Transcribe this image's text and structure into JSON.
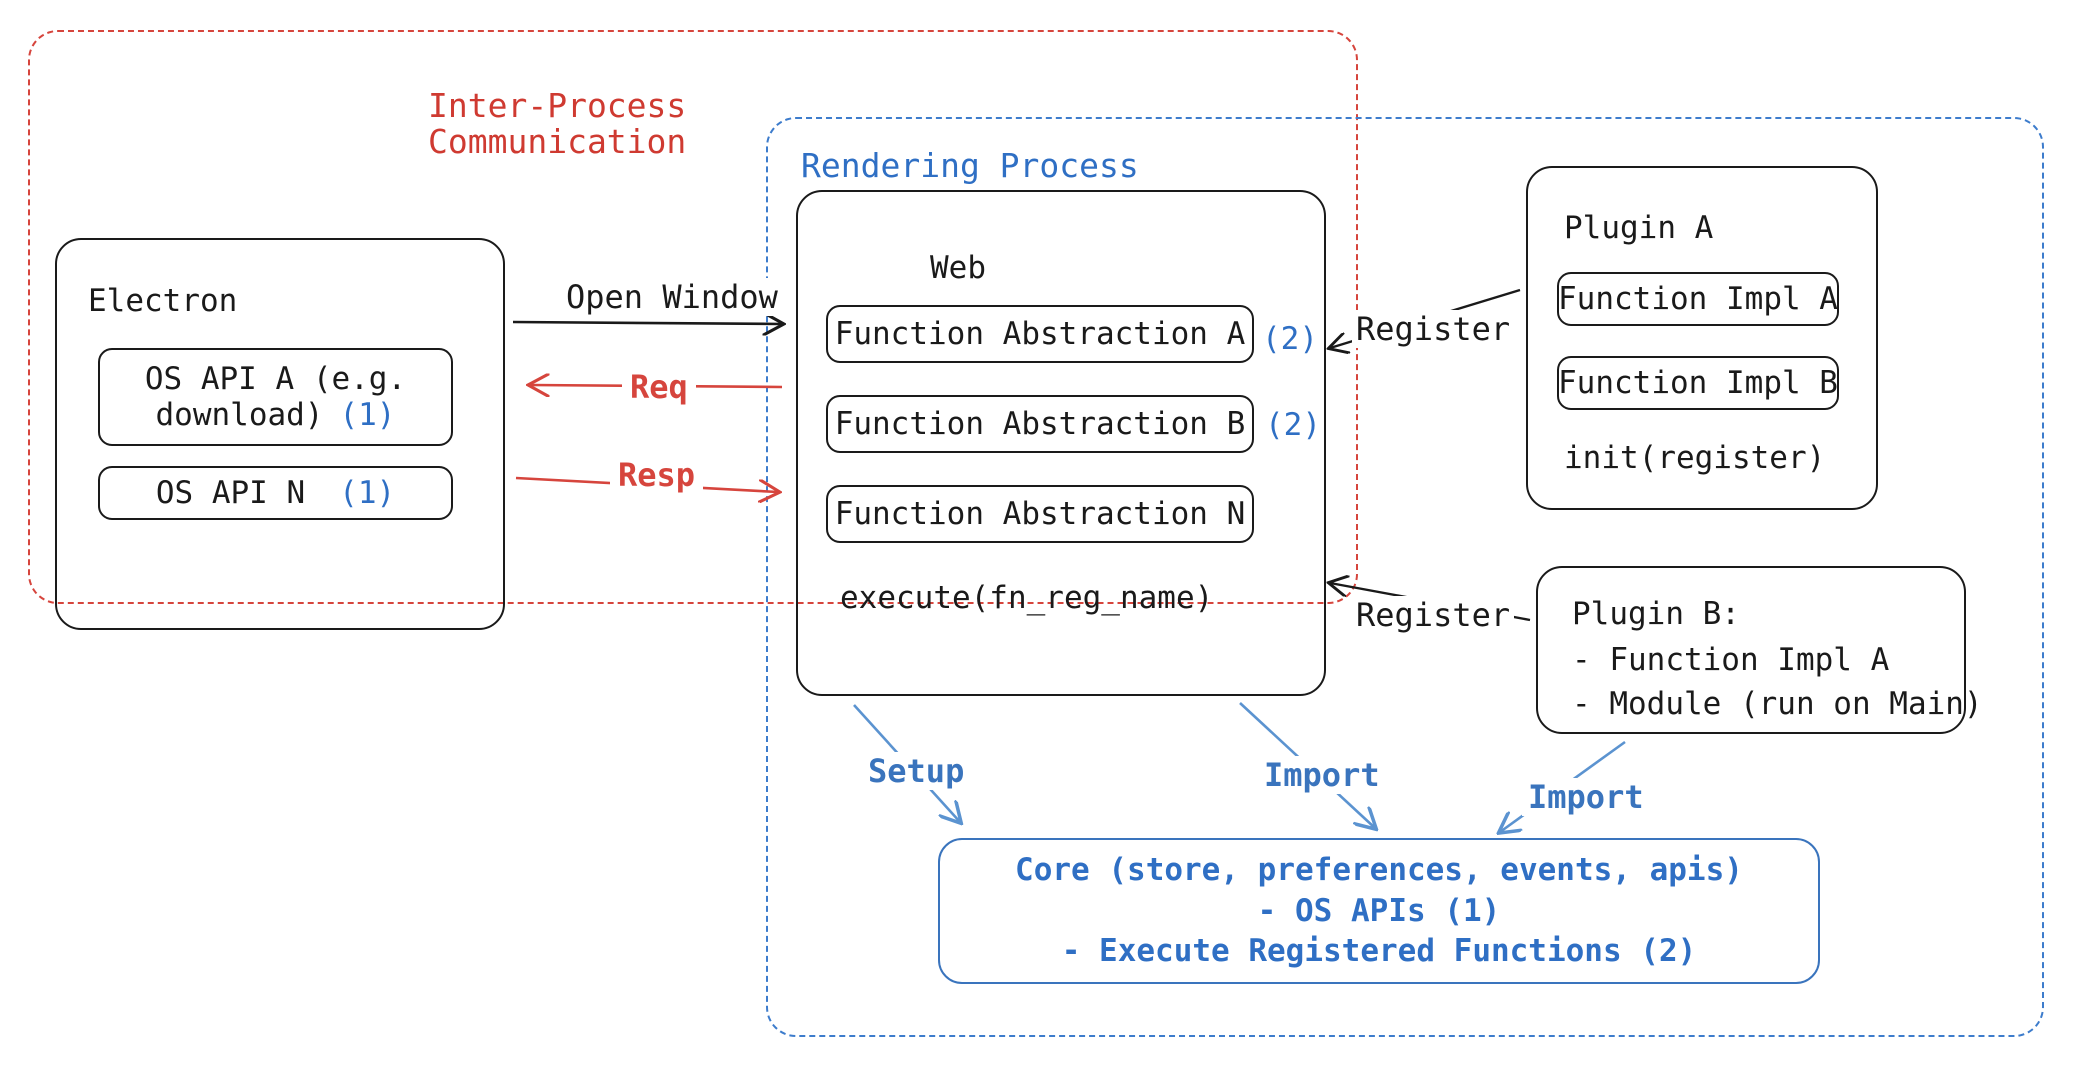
{
  "diagram": {
    "title": "Electron plugin architecture overview",
    "colors": {
      "ipc_red": "#cf3a31",
      "process_blue": "#2f6fc4",
      "core_blue": "#3a74bd",
      "stroke_black": "#1a1a1a"
    }
  },
  "regions": {
    "ipc": {
      "label": "Inter-Process\nCommunication",
      "line1": "Inter-Process",
      "line2": "Communication"
    },
    "rendering": {
      "label": "Rendering Process"
    }
  },
  "electron": {
    "title": "Electron",
    "apis": [
      {
        "text": "OS API A (e.g.\ndownload)",
        "line1": "OS API A (e.g.",
        "line2": "download)",
        "marker": "(1)"
      },
      {
        "text": "OS API N",
        "line1": "OS API N",
        "line2": "",
        "marker": "(1)"
      }
    ]
  },
  "web": {
    "title": "Web",
    "abstractions": [
      {
        "label": "Function Abstraction A",
        "marker": "(2)"
      },
      {
        "label": "Function Abstraction B",
        "marker": "(2)"
      },
      {
        "label": "Function Abstraction N",
        "marker": ""
      }
    ],
    "footer": "execute(fn_reg_name)"
  },
  "plugin_a": {
    "title": "Plugin A",
    "impls": [
      {
        "label": "Function Impl A"
      },
      {
        "label": "Function Impl B"
      }
    ],
    "footer": "init(register)"
  },
  "plugin_b": {
    "title": "Plugin B:",
    "items": [
      "- Function Impl A",
      "- Module (run on Main)"
    ]
  },
  "core": {
    "lines": [
      "Core (store, preferences, events, apis)",
      "- OS APIs (1)",
      "- Execute Registered Functions (2)"
    ]
  },
  "arrows": {
    "open_window": {
      "label": "Open Window",
      "color": "#1a1a1a"
    },
    "req": {
      "label": "Req",
      "color": "#d6453d"
    },
    "resp": {
      "label": "Resp",
      "color": "#d6453d"
    },
    "register_top": {
      "label": "Register",
      "color": "#1a1a1a"
    },
    "register_bottom": {
      "label": "Register",
      "color": "#1a1a1a"
    },
    "setup": {
      "label": "Setup",
      "color": "#4a86c8"
    },
    "import_web": {
      "label": "Import",
      "color": "#4a86c8"
    },
    "import_plugin_b": {
      "label": "Import",
      "color": "#4a86c8"
    }
  }
}
